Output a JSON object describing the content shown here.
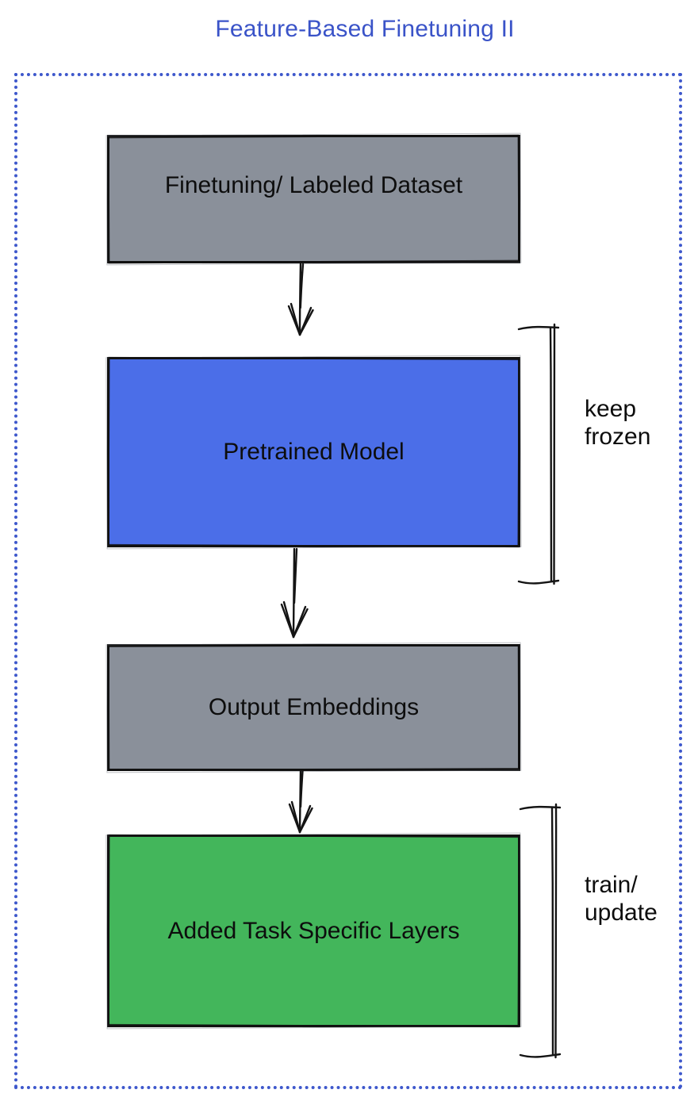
{
  "title": "Feature-Based Finetuning II",
  "colors": {
    "title_text": "#3A53C8",
    "frame_border": "#3E58CC",
    "box_gray": "#8A909A",
    "box_blue": "#4B6EE8",
    "box_green": "#43B65B",
    "ink": "#141414"
  },
  "flow": {
    "boxes": [
      {
        "id": "finetuning-dataset",
        "label": "Finetuning/ Labeled Dataset",
        "fill": "#8A909A"
      },
      {
        "id": "pretrained-model",
        "label": "Pretrained Model",
        "fill": "#4B6EE8"
      },
      {
        "id": "output-embeddings",
        "label": "Output Embeddings",
        "fill": "#8A909A"
      },
      {
        "id": "added-task-specific-layers",
        "label": "Added Task Specific Layers",
        "fill": "#43B65B"
      }
    ],
    "annotations": [
      {
        "label": "keep\nfrozen",
        "applies_to": "Pretrained Model"
      },
      {
        "label": "train/\nupdate",
        "applies_to": "Added Task Specific Layers"
      }
    ],
    "icons": [
      {
        "name": "arrow-down-icon",
        "count": 3
      },
      {
        "name": "right-bracket-icon",
        "count": 2
      }
    ]
  }
}
